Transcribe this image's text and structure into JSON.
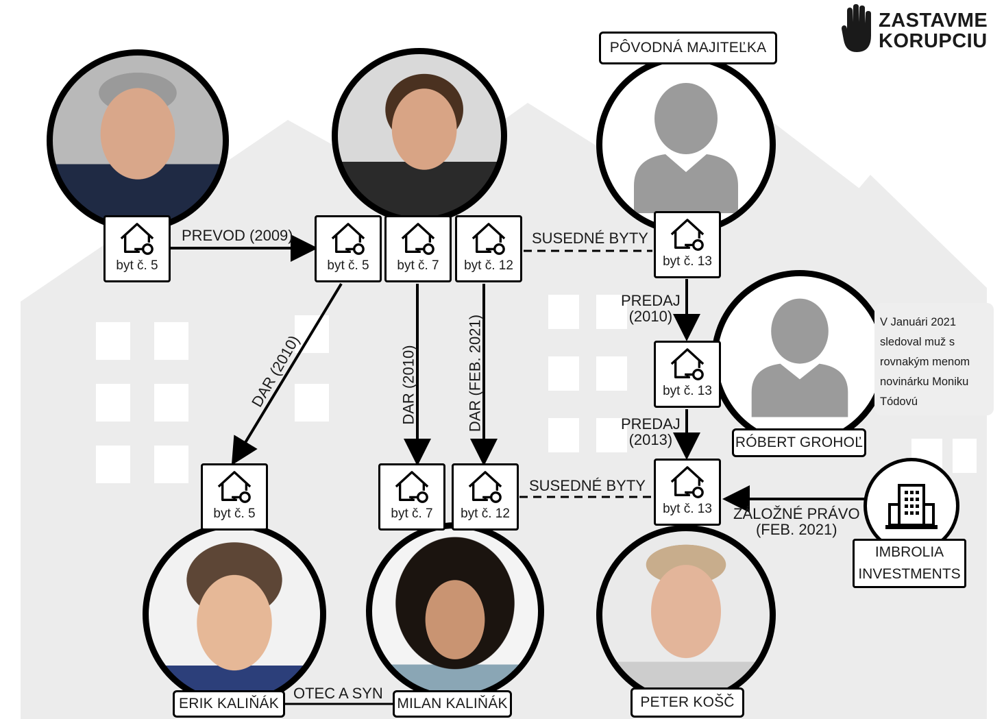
{
  "logo": {
    "line1": "ZASTAVME",
    "line2": "KORUPCIU",
    "icon": "hand-icon"
  },
  "colors": {
    "background_building": "#ececec",
    "stroke": "#000000",
    "note_background": "#eeeeee",
    "silhouette": "#9b9b9b"
  },
  "people": {
    "fico": {
      "icon": "person-photo"
    },
    "kalinak": {
      "icon": "person-photo"
    },
    "original_owner": {
      "label": "PÔVODNÁ MAJITEĽKA",
      "icon": "person-silhouette-icon"
    },
    "grohol": {
      "label": "RÓBERT GROHOĽ",
      "icon": "person-silhouette-icon"
    },
    "erik": {
      "label": "ERIK KALIŇÁK",
      "icon": "person-photo"
    },
    "milan": {
      "label": "MILAN KALIŇÁK",
      "icon": "person-photo"
    },
    "peter": {
      "label": "PETER KOŠČ",
      "icon": "person-photo"
    },
    "imbrolia": {
      "label_line1": "IMBROLIA",
      "label_line2": "INVESTMENTS",
      "icon": "office-building-icon"
    }
  },
  "apartments": {
    "fico_5": "byt č. 5",
    "kalinak_5": "byt č. 5",
    "kalinak_7": "byt č. 7",
    "kalinak_12": "byt č. 12",
    "owner_13": "byt č. 13",
    "grohol_13": "byt č. 13",
    "erik_5": "byt č. 5",
    "milan_7": "byt č. 7",
    "milan_12": "byt č. 12",
    "peter_13": "byt č. 13"
  },
  "edges": {
    "prevod": "PREVOD (2009)",
    "susedne_top": "SUSEDNÉ BYTY",
    "susedne_bottom": "SUSEDNÉ BYTY",
    "dar_erik": "DAR (2010)",
    "dar_milan_7": "DAR (2010)",
    "dar_milan_12": "DAR (FEB. 2021)",
    "predaj_1_line1": "PREDAJ",
    "predaj_1_line2": "(2010)",
    "predaj_2_line1": "PREDAJ",
    "predaj_2_line2": "(2013)",
    "zalozne_line1": "ZÁLOŽNÉ PRÁVO",
    "zalozne_line2": "(FEB. 2021)",
    "otec_a_syn": "OTEC A SYN"
  },
  "note": {
    "lines": [
      "V Januári 2021",
      "sledoval muž s",
      "rovnakým menom",
      "novinárku Moniku",
      "Tódovú"
    ]
  }
}
